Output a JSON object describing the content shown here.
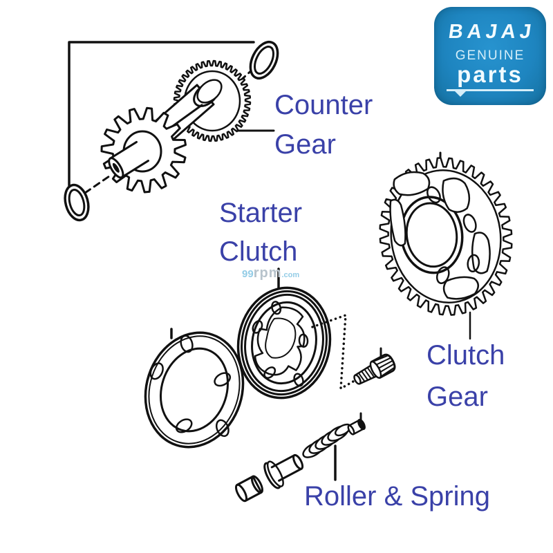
{
  "colors": {
    "label": "#3a41a8",
    "line": "#111111",
    "logo_bg": "#1e85c0",
    "logo_text": "#f2fbff",
    "logo_subtext": "#d5eef9",
    "watermark_blue": "#93cce6",
    "watermark_gray": "#b7c3cc"
  },
  "logo": {
    "brand": "BAJAJ",
    "genuine": "GENUINE",
    "parts": "parts"
  },
  "labels": {
    "counter_gear_line1": "Counter",
    "counter_gear_line2": "Gear",
    "starter_clutch_line1": "Starter",
    "starter_clutch_line2": "Clutch",
    "clutch_gear_line1": "Clutch",
    "clutch_gear_line2": "Gear",
    "roller_spring": "Roller & Spring"
  },
  "watermark": {
    "prefix": "99",
    "brand": "rpm",
    "suffix": ".com"
  }
}
